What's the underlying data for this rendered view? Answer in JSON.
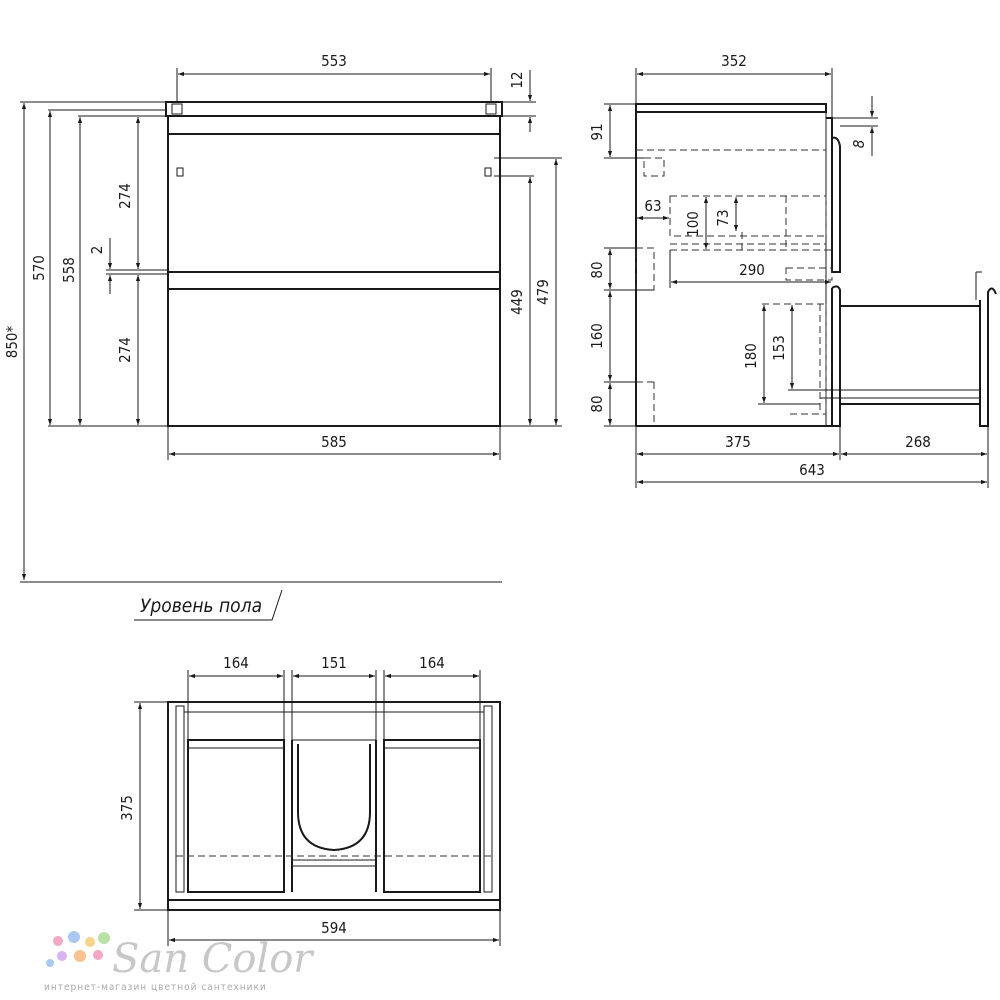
{
  "front_view": {
    "width_top": "553",
    "width_bottom": "585",
    "top_thickness": "12",
    "height_570": "570",
    "height_558": "558",
    "drawer_upper": "274",
    "drawer_gap": "2",
    "drawer_lower": "274",
    "height_449": "449",
    "height_479": "479",
    "total_height": "850*"
  },
  "floor_label": "Уровень пола",
  "side_view": {
    "depth_top": "352",
    "dim_91": "91",
    "dim_8": "8",
    "dim_63": "63",
    "dim_100": "100",
    "dim_73": "73",
    "dim_80_upper": "80",
    "dim_290": "290",
    "dim_160": "160",
    "dim_180": "180",
    "dim_153": "153",
    "dim_80_lower": "80",
    "depth_375": "375",
    "drawer_out_268": "268",
    "total_depth_643": "643"
  },
  "top_view": {
    "section_left": "164",
    "section_mid": "151",
    "section_right": "164",
    "depth": "375",
    "width": "594"
  },
  "brand": {
    "name": "San Color",
    "tagline": "интернет-магазин цветной сантехники",
    "dot_colors": [
      "#f4a6c4",
      "#a9c9f2",
      "#f7d48a",
      "#b9e3a4",
      "#d8b4f0",
      "#f9c28f"
    ]
  }
}
